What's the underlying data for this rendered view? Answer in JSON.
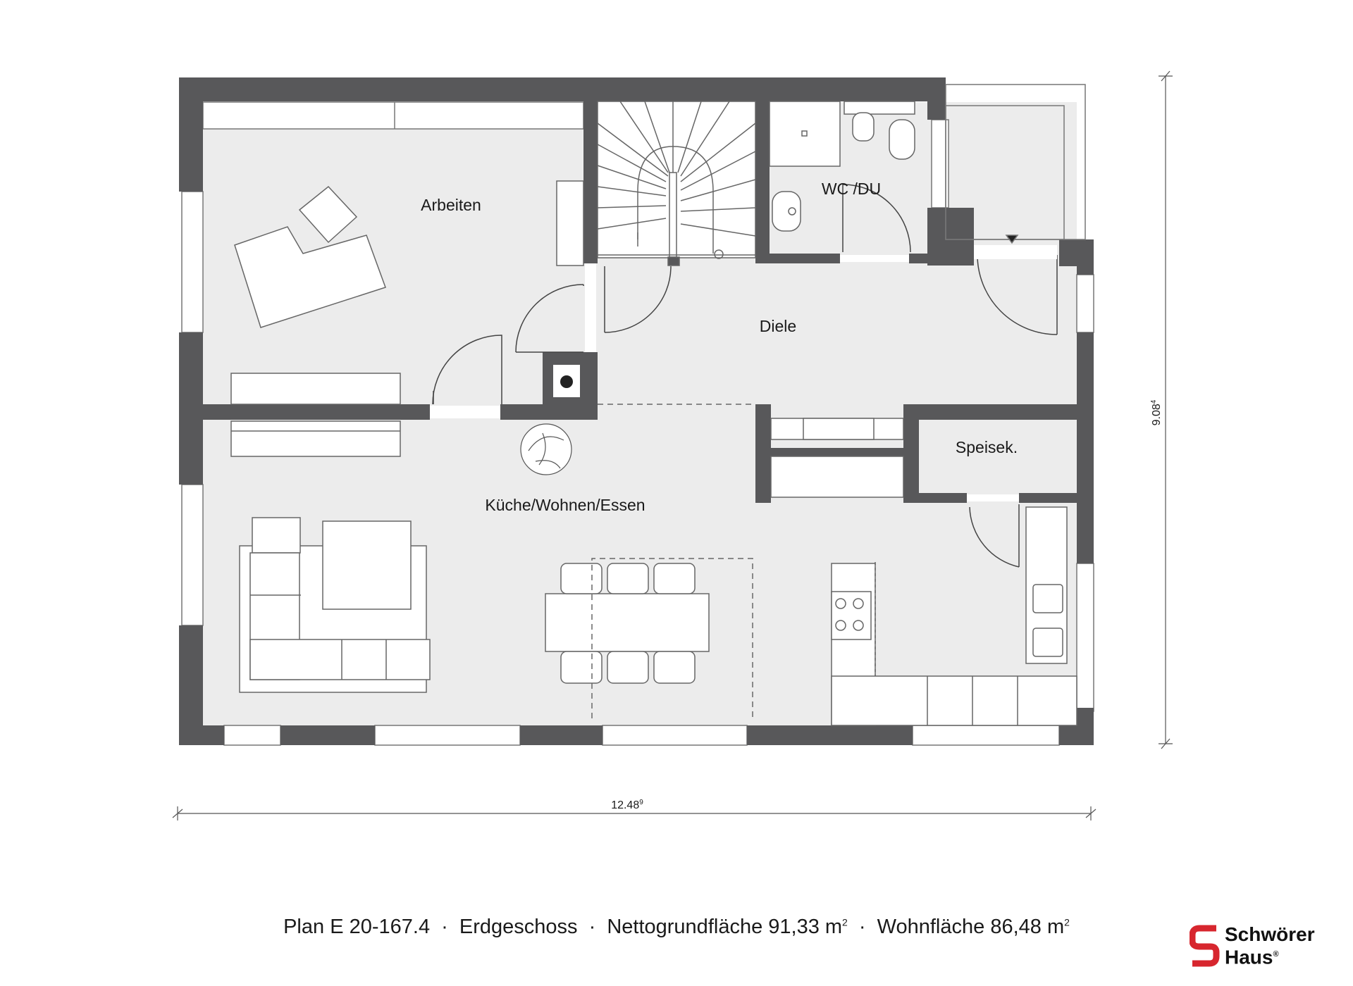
{
  "plan": {
    "rooms": [
      {
        "name": "Arbeiten"
      },
      {
        "name": "Diele"
      },
      {
        "name": "WC /DU"
      },
      {
        "name": "Speisek."
      },
      {
        "name": "Küche/Wohnen/Essen"
      }
    ],
    "dimensions": {
      "width": {
        "main": "12.48",
        "sup": "9"
      },
      "depth": {
        "main": "9.08",
        "sup": "4"
      }
    }
  },
  "caption": {
    "plan": "Plan E 20-167.4",
    "floor": "Erdgeschoss",
    "net_area_label": "Nettogrundfläche 91,33 m",
    "living_area_label": "Wohnfläche 86,48 m",
    "separator": "·",
    "unit_sup": "2"
  },
  "logo": {
    "line1": "Schwörer",
    "line2": "Haus",
    "mark": "®",
    "color": "#d7262e"
  },
  "colors": {
    "wall": "#58585a",
    "floor": "#ececec",
    "line": "#555555"
  }
}
